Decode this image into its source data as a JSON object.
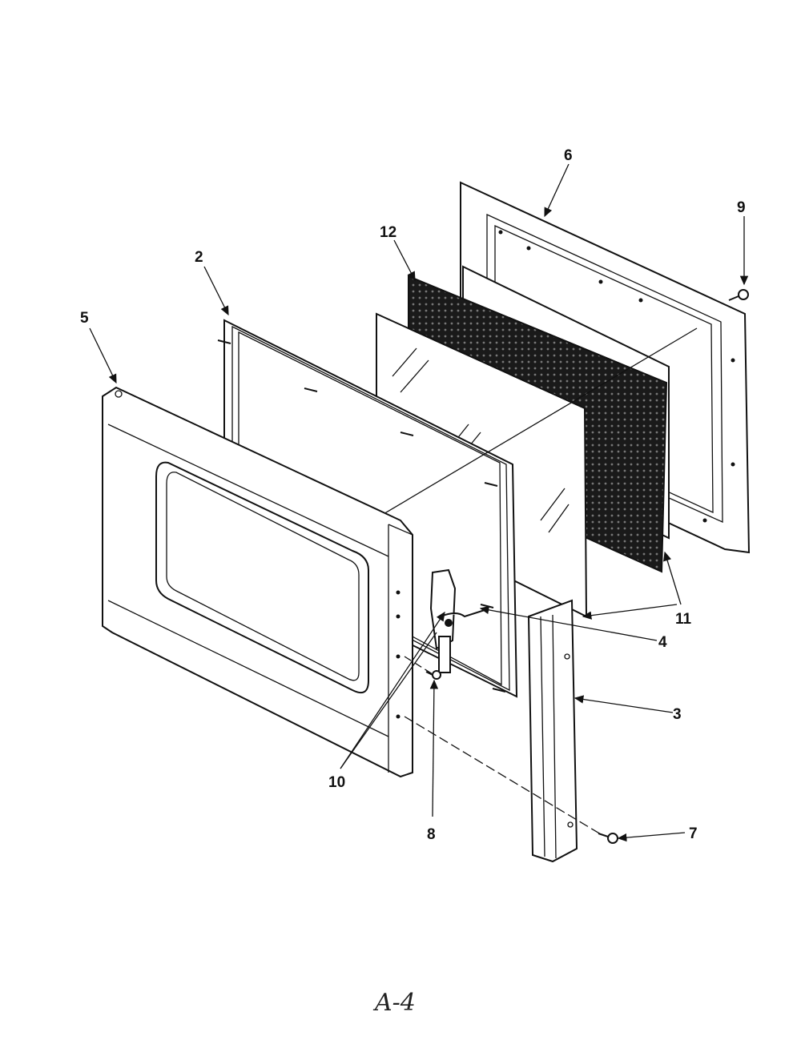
{
  "diagram": {
    "title": "Oven door exploded parts view",
    "labels": [
      {
        "id": "label-6",
        "text": "6"
      },
      {
        "id": "label-9",
        "text": "9"
      },
      {
        "id": "label-12",
        "text": "12"
      },
      {
        "id": "label-2",
        "text": "2"
      },
      {
        "id": "label-5",
        "text": "5"
      },
      {
        "id": "label-11",
        "text": "11"
      },
      {
        "id": "label-4",
        "text": "4"
      },
      {
        "id": "label-3",
        "text": "3"
      },
      {
        "id": "label-10",
        "text": "10"
      },
      {
        "id": "label-8",
        "text": "8"
      },
      {
        "id": "label-7",
        "text": "7"
      }
    ],
    "page_number": "A-4"
  }
}
